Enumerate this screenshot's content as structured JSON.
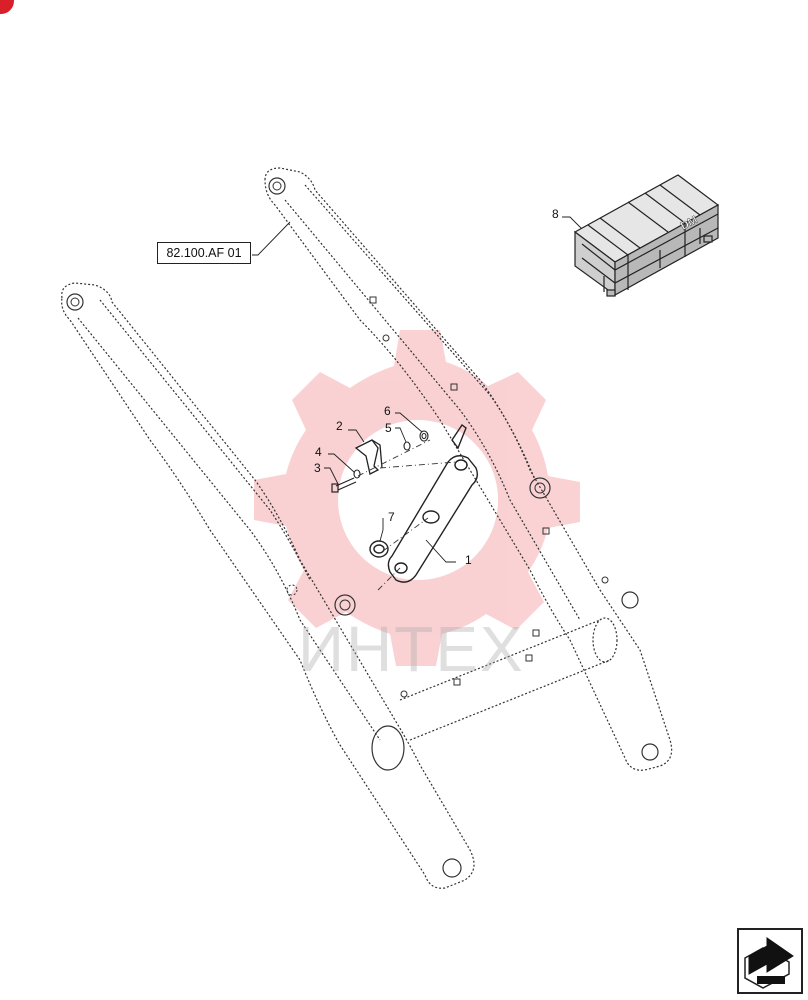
{
  "reference_label": "82.100.AF 01",
  "callouts": [
    {
      "id": "1",
      "text": "1"
    },
    {
      "id": "2",
      "text": "2"
    },
    {
      "id": "3",
      "text": "3"
    },
    {
      "id": "4",
      "text": "4"
    },
    {
      "id": "5",
      "text": "5"
    },
    {
      "id": "6",
      "text": "6"
    },
    {
      "id": "7",
      "text": "7"
    },
    {
      "id": "8",
      "text": "8"
    }
  ],
  "watermark": {
    "text": "ИНТЕХ",
    "color": "#e8323a"
  },
  "crate": {
    "logo_text": "DM"
  },
  "nav_icon": {
    "name": "next-page-arrow-icon"
  },
  "colors": {
    "line": "#222222",
    "accent": "#d9202a"
  }
}
